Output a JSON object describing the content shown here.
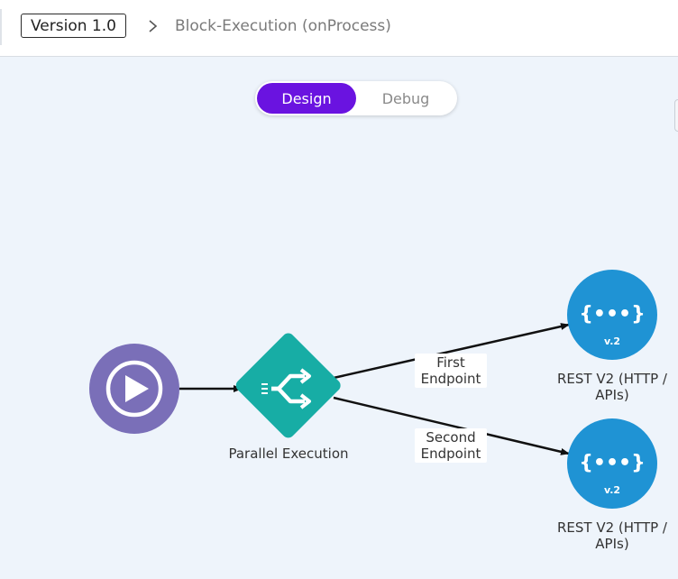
{
  "header": {
    "version_label": "Version 1.0",
    "breadcrumb_title": "Block-Execution (onProcess)"
  },
  "mode_toggle": {
    "design_label": "Design",
    "debug_label": "Debug",
    "active": "Design"
  },
  "flow": {
    "start_node": {
      "icon": "play-icon",
      "color": "#7a6fb8"
    },
    "parallel_node": {
      "label": "Parallel Execution",
      "icon": "parallel-arrows-icon",
      "color": "#17ada5"
    },
    "rest_nodes": [
      {
        "label": "REST V2 (HTTP / APIs)",
        "icon_text": "{•••}",
        "version_text": "v.2",
        "color": "#1f93d4"
      },
      {
        "label": "REST V2 (HTTP / APIs)",
        "icon_text": "{•••}",
        "version_text": "v.2",
        "color": "#1f93d4"
      }
    ],
    "edges": [
      {
        "label_line1": "First",
        "label_line2": "Endpoint"
      },
      {
        "label_line1": "Second",
        "label_line2": "Endpoint"
      }
    ]
  }
}
